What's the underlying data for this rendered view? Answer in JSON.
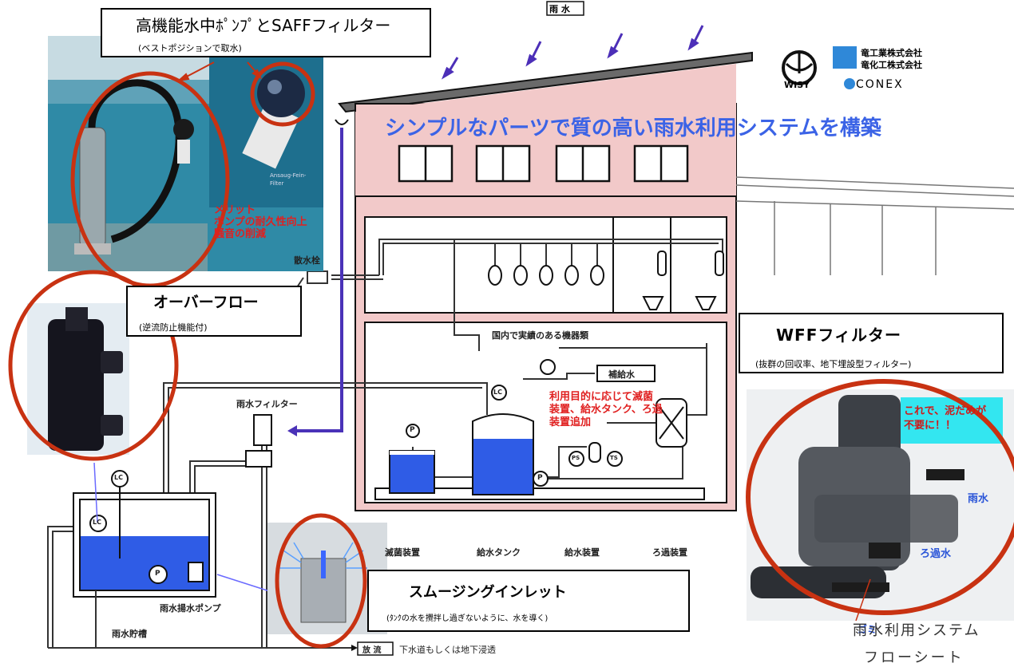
{
  "pump_box": {
    "title": "高機能水中ﾎﾟﾝﾌﾟとSAFFフィルター",
    "subtitle": "(ベストポジションで取水)"
  },
  "overflow_box": {
    "title": "オーバーフロー",
    "subtitle": "(逆流防止機能付)"
  },
  "wff_box": {
    "title": "WFFフィルター",
    "subtitle": "(抜群の回収率、地下埋設型フィルター)"
  },
  "inlet_box": {
    "title": "スムージングインレット",
    "subtitle": "(ﾀﾝｸの水を攪拌し過ぎないように、水を導く)"
  },
  "headline": "シンプルなパーツで質の高い雨水利用システムを構築",
  "rain_tag": "雨 水",
  "logos": {
    "wisy": "WISY",
    "conex": "CONEX",
    "company1": "竜工業株式会社",
    "company2": "竜化工株式会社"
  },
  "pump_photo": {
    "filter_caption": "Ansaug-Fein-Filter"
  },
  "merit_text": [
    "メリット",
    "ポンプの耐久性向上",
    "騒音の削減"
  ],
  "labels": {
    "sprinkler": "散水栓",
    "equipment_note": "国内で実績のある機器類",
    "rain_filter": "雨水フィルター",
    "supply_water": "補給水",
    "tank_pump": "雨水揚水ポンプ",
    "storage_tank": "雨水貯槽",
    "discharge_tag": "放 流",
    "discharge_text": "下水道もしくは地下浸透"
  },
  "purpose_text": [
    "利用目的に応じて滅菌",
    "装置、給水タンク、ろ過",
    "装置追加"
  ],
  "equipment_labels": [
    "滅菌装置",
    "給水タンク",
    "給水装置",
    "ろ過装置"
  ],
  "gauge_labels": {
    "lc": "LC",
    "p": "P",
    "ps": "PS",
    "ts": "TS"
  },
  "wff_photo": {
    "callout": [
      "これで、泥だめが",
      "不要に！！"
    ],
    "label_rain": "雨水",
    "label_filtered": "ろ過水",
    "label_dirt": "ゴミ"
  },
  "flowsheet_title": [
    "雨水利用システム",
    "フローシート"
  ],
  "colors": {
    "wall": "#f2c9c9",
    "water": "#2f5ce6",
    "pipe_purple": "#4a32b8",
    "rain": "#4c2fb8",
    "red_ring": "#c83212",
    "photo_sea": "#1e7c96",
    "callout_cyan": "#33e6f0"
  }
}
